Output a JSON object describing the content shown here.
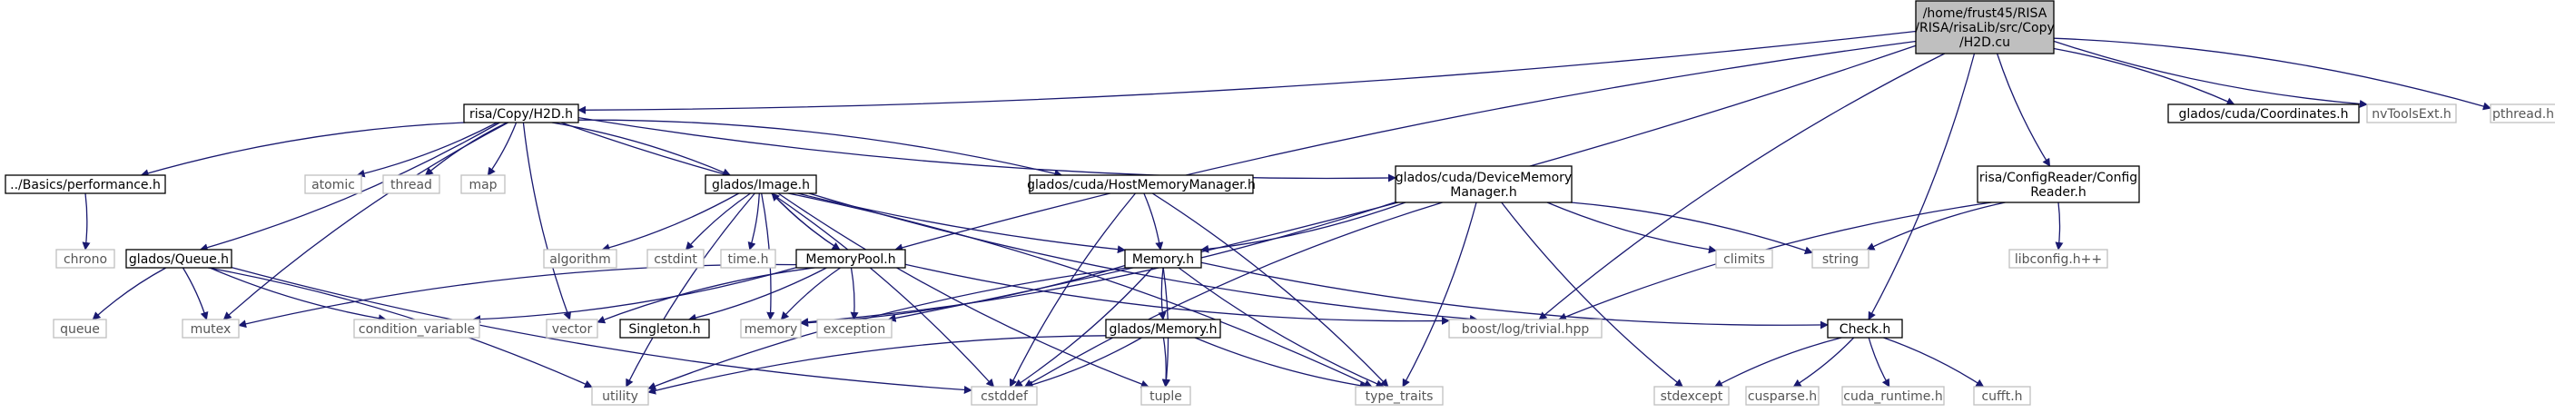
{
  "diagram": {
    "colors": {
      "edge": "#191970",
      "documented_border": "#000000",
      "external_border": "#bfbfbf",
      "root_fill": "#bfbfbf",
      "node_fill": "#ffffff",
      "external_text": "#555555",
      "documented_text": "#000000"
    },
    "nodes": [
      {
        "id": "root",
        "lines": [
          "/home/frust45/RISA",
          "/RISA/risaLib/src/Copy",
          "/H2D.cu"
        ],
        "kind": "root"
      },
      {
        "id": "copy_h2d",
        "lines": [
          "risa/Copy/H2D.h"
        ],
        "kind": "documented"
      },
      {
        "id": "performance",
        "lines": [
          "../Basics/performance.h"
        ],
        "kind": "documented"
      },
      {
        "id": "chrono",
        "lines": [
          "chrono"
        ],
        "kind": "external"
      },
      {
        "id": "queue_h",
        "lines": [
          "glados/Queue.h"
        ],
        "kind": "documented"
      },
      {
        "id": "queue",
        "lines": [
          "queue"
        ],
        "kind": "external"
      },
      {
        "id": "mutex",
        "lines": [
          "mutex"
        ],
        "kind": "external"
      },
      {
        "id": "condvar",
        "lines": [
          "condition_variable"
        ],
        "kind": "external"
      },
      {
        "id": "utility",
        "lines": [
          "utility"
        ],
        "kind": "external"
      },
      {
        "id": "cstddef",
        "lines": [
          "cstddef"
        ],
        "kind": "external"
      },
      {
        "id": "atomic",
        "lines": [
          "atomic"
        ],
        "kind": "external"
      },
      {
        "id": "thread",
        "lines": [
          "thread"
        ],
        "kind": "external"
      },
      {
        "id": "map",
        "lines": [
          "map"
        ],
        "kind": "external"
      },
      {
        "id": "vector",
        "lines": [
          "vector"
        ],
        "kind": "external"
      },
      {
        "id": "image_h",
        "lines": [
          "glados/Image.h"
        ],
        "kind": "documented"
      },
      {
        "id": "algorithm",
        "lines": [
          "algorithm"
        ],
        "kind": "external"
      },
      {
        "id": "cstdint",
        "lines": [
          "cstdint"
        ],
        "kind": "external"
      },
      {
        "id": "time_h",
        "lines": [
          "time.h"
        ],
        "kind": "external"
      },
      {
        "id": "mempool",
        "lines": [
          "MemoryPool.h"
        ],
        "kind": "documented"
      },
      {
        "id": "singleton",
        "lines": [
          "Singleton.h"
        ],
        "kind": "documented"
      },
      {
        "id": "memory",
        "lines": [
          "memory"
        ],
        "kind": "external"
      },
      {
        "id": "exception",
        "lines": [
          "exception"
        ],
        "kind": "external"
      },
      {
        "id": "tuple",
        "lines": [
          "tuple"
        ],
        "kind": "external"
      },
      {
        "id": "hostmm",
        "lines": [
          "glados/cuda/HostMemoryManager.h"
        ],
        "kind": "documented"
      },
      {
        "id": "memory_h",
        "lines": [
          "Memory.h"
        ],
        "kind": "documented"
      },
      {
        "id": "glados_memory",
        "lines": [
          "glados/Memory.h"
        ],
        "kind": "documented"
      },
      {
        "id": "type_traits",
        "lines": [
          "type_traits"
        ],
        "kind": "external"
      },
      {
        "id": "boost_log",
        "lines": [
          "boost/log/trivial.hpp"
        ],
        "kind": "external"
      },
      {
        "id": "devmm",
        "lines": [
          "glados/cuda/DeviceMemory",
          "Manager.h"
        ],
        "kind": "documented"
      },
      {
        "id": "climits",
        "lines": [
          "climits"
        ],
        "kind": "external"
      },
      {
        "id": "string",
        "lines": [
          "string"
        ],
        "kind": "external"
      },
      {
        "id": "stdexcept",
        "lines": [
          "stdexcept"
        ],
        "kind": "external"
      },
      {
        "id": "check_h",
        "lines": [
          "Check.h"
        ],
        "kind": "documented"
      },
      {
        "id": "cusparse",
        "lines": [
          "cusparse.h"
        ],
        "kind": "external"
      },
      {
        "id": "cuda_runtime",
        "lines": [
          "cuda_runtime.h"
        ],
        "kind": "external"
      },
      {
        "id": "cufft",
        "lines": [
          "cufft.h"
        ],
        "kind": "external"
      },
      {
        "id": "configreader",
        "lines": [
          "risa/ConfigReader/Config",
          "Reader.h"
        ],
        "kind": "documented"
      },
      {
        "id": "libconfig",
        "lines": [
          "libconfig.h++"
        ],
        "kind": "external"
      },
      {
        "id": "coordinates",
        "lines": [
          "glados/cuda/Coordinates.h"
        ],
        "kind": "documented"
      },
      {
        "id": "nvtools",
        "lines": [
          "nvToolsExt.h"
        ],
        "kind": "external"
      },
      {
        "id": "pthread",
        "lines": [
          "pthread.h"
        ],
        "kind": "external"
      }
    ],
    "edges": [
      [
        "root",
        "copy_h2d"
      ],
      [
        "root",
        "mempool"
      ],
      [
        "root",
        "exception"
      ],
      [
        "root",
        "boost_log"
      ],
      [
        "root",
        "check_h"
      ],
      [
        "root",
        "configreader"
      ],
      [
        "root",
        "coordinates"
      ],
      [
        "root",
        "nvtools"
      ],
      [
        "root",
        "pthread"
      ],
      [
        "copy_h2d",
        "performance"
      ],
      [
        "copy_h2d",
        "queue_h"
      ],
      [
        "copy_h2d",
        "mutex"
      ],
      [
        "copy_h2d",
        "atomic"
      ],
      [
        "copy_h2d",
        "thread"
      ],
      [
        "copy_h2d",
        "map"
      ],
      [
        "copy_h2d",
        "vector"
      ],
      [
        "copy_h2d",
        "image_h"
      ],
      [
        "copy_h2d",
        "memory_h"
      ],
      [
        "copy_h2d",
        "hostmm"
      ],
      [
        "copy_h2d",
        "devmm"
      ],
      [
        "performance",
        "chrono"
      ],
      [
        "queue_h",
        "queue"
      ],
      [
        "queue_h",
        "mutex"
      ],
      [
        "queue_h",
        "condvar"
      ],
      [
        "queue_h",
        "utility"
      ],
      [
        "queue_h",
        "cstddef"
      ],
      [
        "image_h",
        "algorithm"
      ],
      [
        "image_h",
        "cstdint"
      ],
      [
        "image_h",
        "time_h"
      ],
      [
        "image_h",
        "mempool"
      ],
      [
        "image_h",
        "memory"
      ],
      [
        "image_h",
        "utility"
      ],
      [
        "image_h",
        "cstddef"
      ],
      [
        "image_h",
        "tuple"
      ],
      [
        "image_h",
        "type_traits"
      ],
      [
        "image_h",
        "boost_log"
      ],
      [
        "mempool",
        "image_h"
      ],
      [
        "mempool",
        "mutex"
      ],
      [
        "mempool",
        "condvar"
      ],
      [
        "mempool",
        "vector"
      ],
      [
        "mempool",
        "singleton"
      ],
      [
        "mempool",
        "memory"
      ],
      [
        "mempool",
        "exception"
      ],
      [
        "mempool",
        "boost_log"
      ],
      [
        "hostmm",
        "memory_h"
      ],
      [
        "hostmm",
        "cstddef"
      ],
      [
        "hostmm",
        "type_traits"
      ],
      [
        "memory_h",
        "glados_memory"
      ],
      [
        "memory_h",
        "cstddef"
      ],
      [
        "memory_h",
        "utility"
      ],
      [
        "memory_h",
        "tuple"
      ],
      [
        "memory_h",
        "type_traits"
      ],
      [
        "memory_h",
        "memory"
      ],
      [
        "memory_h",
        "check_h"
      ],
      [
        "glados_memory",
        "cstddef"
      ],
      [
        "glados_memory",
        "utility"
      ],
      [
        "glados_memory",
        "tuple"
      ],
      [
        "glados_memory",
        "type_traits"
      ],
      [
        "devmm",
        "memory_h"
      ],
      [
        "devmm",
        "climits"
      ],
      [
        "devmm",
        "string"
      ],
      [
        "devmm",
        "stdexcept"
      ],
      [
        "devmm",
        "type_traits"
      ],
      [
        "devmm",
        "cstddef"
      ],
      [
        "devmm",
        "memory"
      ],
      [
        "check_h",
        "stdexcept"
      ],
      [
        "check_h",
        "cusparse"
      ],
      [
        "check_h",
        "cuda_runtime"
      ],
      [
        "check_h",
        "cufft"
      ],
      [
        "configreader",
        "string"
      ],
      [
        "configreader",
        "libconfig"
      ],
      [
        "configreader",
        "boost_log"
      ]
    ]
  }
}
